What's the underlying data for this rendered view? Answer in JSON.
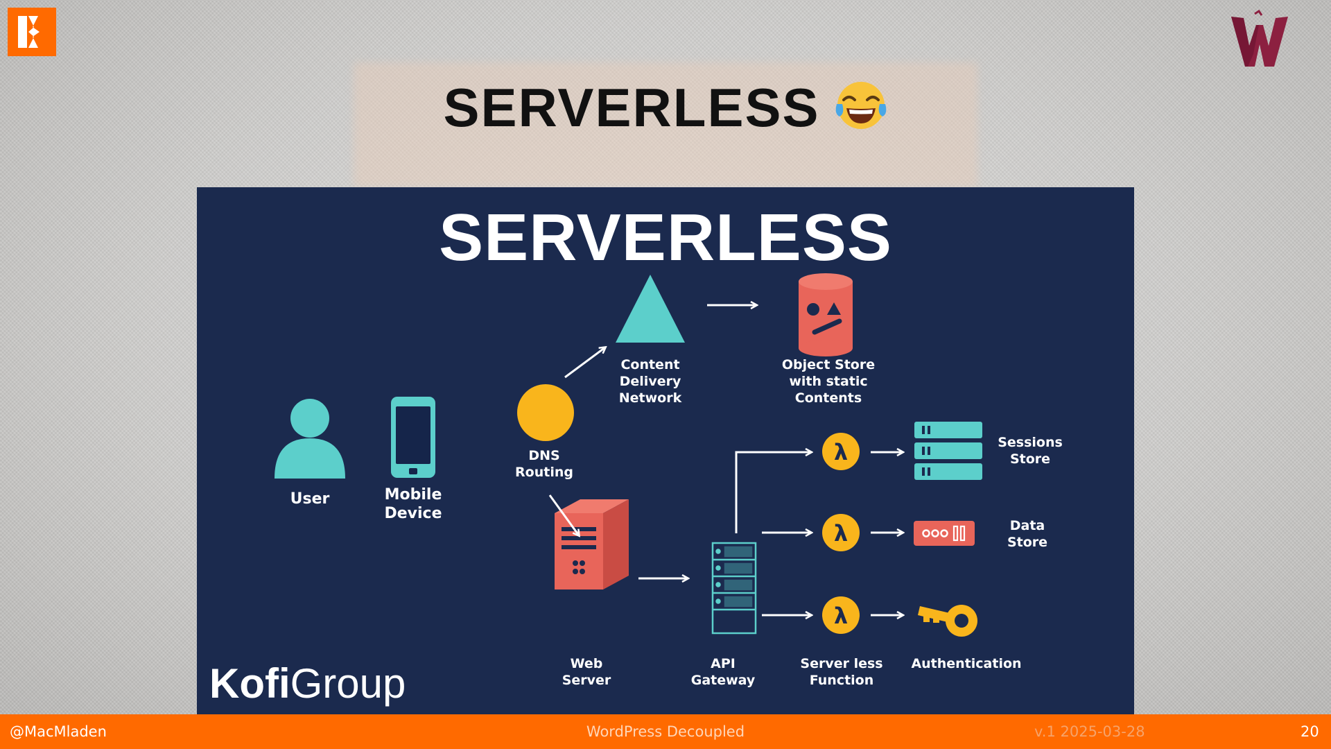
{
  "slide": {
    "title": "SERVERLESS"
  },
  "diagram": {
    "heading": "SERVERLESS",
    "nodes": {
      "user": "User",
      "mobile": "Mobile\nDevice",
      "dns": "DNS\nRouting",
      "cdn": "Content\nDelivery\nNetwork",
      "object_store": "Object Store\nwith static\nContents",
      "web_server": "Web\nServer",
      "api_gateway": "API\nGateway",
      "serverless_function": "Server less\nFunction",
      "sessions_store": "Sessions\nStore",
      "data_store": "Data\nStore",
      "authentication": "Authentication"
    },
    "icon_glyph": "λ",
    "brand": {
      "bold": "Kofi",
      "regular": "Group"
    },
    "colors": {
      "background": "#1b2a4e",
      "teal": "#5ccfcb",
      "yellow": "#f9b51c",
      "coral": "#e8655a"
    }
  },
  "footer": {
    "handle": "@MacMladen",
    "center": "WordPress Decoupled",
    "version": "v.1 2025-03-28",
    "page": "20"
  },
  "colors": {
    "accent": "#ff6a00"
  }
}
